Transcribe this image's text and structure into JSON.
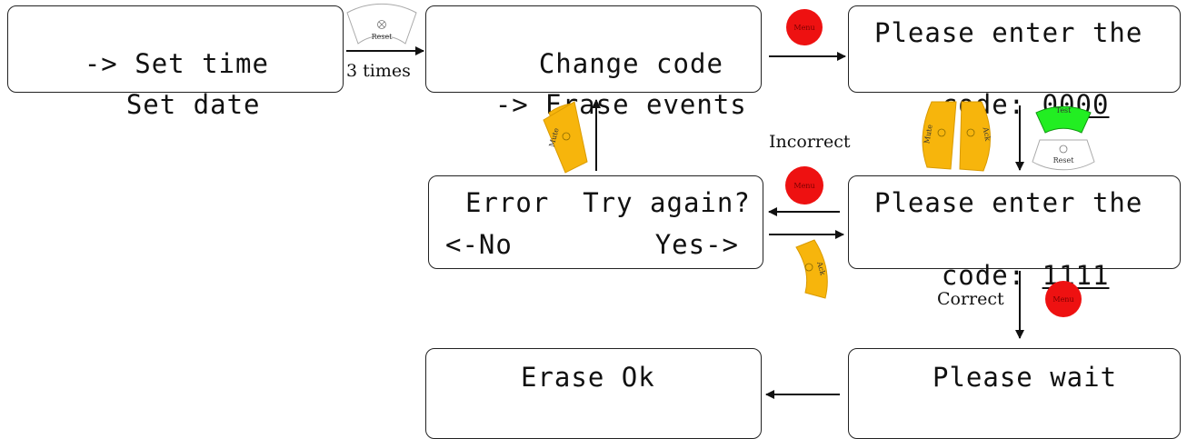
{
  "screens": {
    "set_menu": {
      "line1_arrow": "->",
      "line1_text": "Set time",
      "line2_text": "Set date"
    },
    "menu2": {
      "line1_text": "Change code",
      "line2_arrow": "->",
      "line2_text": "Erase events"
    },
    "enter_code_1": {
      "line1": "Please enter the",
      "code_label": "code:",
      "code_value": "0000"
    },
    "error": {
      "line1": "Error  Try again?",
      "no": "<-No",
      "yes": "Yes->"
    },
    "enter_code_2": {
      "line1": "Please enter the",
      "code_label": "code:",
      "code_value": "1111"
    },
    "erase_ok": {
      "line1": "Erase Ok"
    },
    "please_wait": {
      "line1": "Please wait"
    }
  },
  "labels": {
    "times": "3 times",
    "incorrect": "Incorrect",
    "correct": "Correct"
  },
  "buttons": {
    "reset": "Reset",
    "menu": "Menu",
    "mute": "Mute",
    "ack": "Ack",
    "test": "Test"
  },
  "colors": {
    "menu": "#ee1111",
    "yellow": "#f7b50c",
    "test": "#22ee22",
    "reset": "#ffffff",
    "line": "#111111"
  }
}
